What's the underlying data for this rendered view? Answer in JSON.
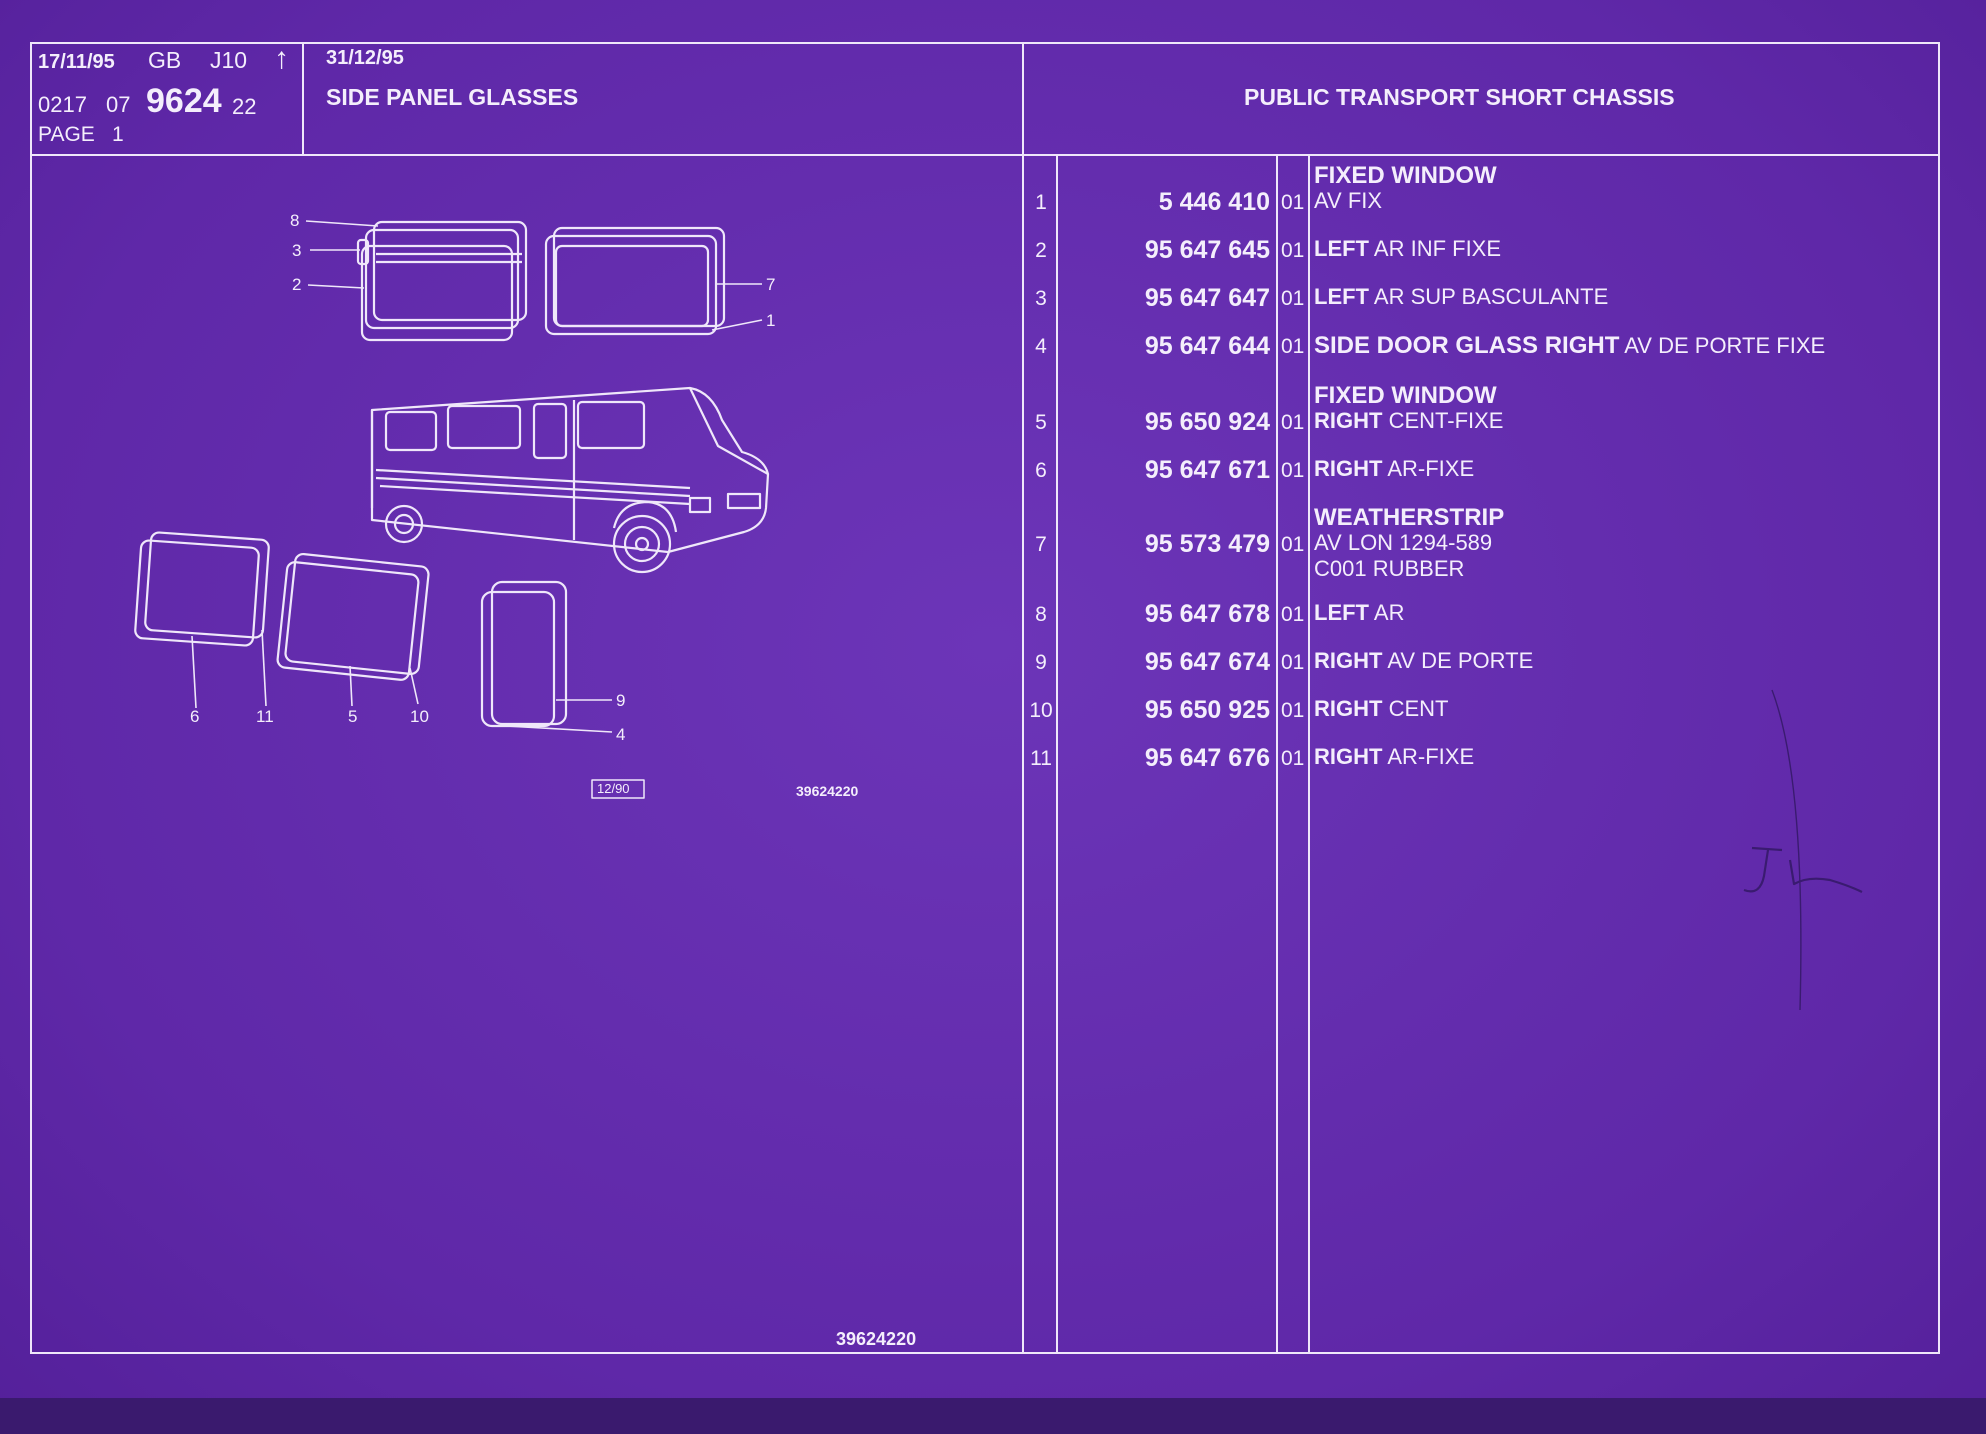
{
  "header": {
    "print_date": "17/11/95",
    "country": "GB",
    "range": "J10",
    "arrow": "↑",
    "code_a": "0217",
    "code_b": "07",
    "main_code": "9624",
    "code_c": "22",
    "page_label": "PAGE",
    "page_number": "1",
    "validity_date": "31/12/95",
    "section_title": "SIDE PANEL GLASSES",
    "vehicle_title": "PUBLIC TRANSPORT SHORT CHASSIS"
  },
  "diagram": {
    "callouts": [
      "8",
      "3",
      "2",
      "7",
      "1",
      "6",
      "11",
      "5",
      "10",
      "9",
      "4"
    ],
    "date_box": "12/90",
    "drawing_ref": "39624220"
  },
  "footer": {
    "reference": "39624220"
  },
  "parts": [
    {
      "num": "1",
      "part": "5 446 410",
      "qty": "01",
      "heading": "FIXED WINDOW",
      "lead": "",
      "text": "AV FIX",
      "extra": ""
    },
    {
      "num": "2",
      "part": "95 647 645",
      "qty": "01",
      "heading": "",
      "lead": "LEFT",
      "text": "AR INF FIXE",
      "extra": ""
    },
    {
      "num": "3",
      "part": "95 647 647",
      "qty": "01",
      "heading": "",
      "lead": "LEFT",
      "text": "AR SUP BASCULANTE",
      "extra": ""
    },
    {
      "num": "4",
      "part": "95 647 644",
      "qty": "01",
      "heading": "",
      "lead": "SIDE DOOR GLASS RIGHT",
      "text": "AV DE PORTE FIXE",
      "extra": ""
    },
    {
      "num": "5",
      "part": "95 650 924",
      "qty": "01",
      "heading": "FIXED WINDOW",
      "lead": "RIGHT",
      "text": "CENT-FIXE",
      "extra": ""
    },
    {
      "num": "6",
      "part": "95 647 671",
      "qty": "01",
      "heading": "",
      "lead": "RIGHT",
      "text": "AR-FIXE",
      "extra": ""
    },
    {
      "num": "7",
      "part": "95 573 479",
      "qty": "01",
      "heading": "WEATHERSTRIP",
      "lead": "",
      "text": "AV LON 1294-589",
      "extra": "C001 RUBBER"
    },
    {
      "num": "8",
      "part": "95 647 678",
      "qty": "01",
      "heading": "",
      "lead": "LEFT",
      "text": "AR",
      "extra": ""
    },
    {
      "num": "9",
      "part": "95 647 674",
      "qty": "01",
      "heading": "",
      "lead": "RIGHT",
      "text": "AV DE PORTE",
      "extra": ""
    },
    {
      "num": "10",
      "part": "95 650 925",
      "qty": "01",
      "heading": "",
      "lead": "RIGHT",
      "text": "CENT",
      "extra": ""
    },
    {
      "num": "11",
      "part": "95 647 676",
      "qty": "01",
      "heading": "",
      "lead": "RIGHT",
      "text": "AR-FIXE",
      "extra": ""
    }
  ],
  "annotation": {
    "handwritten_mark": "Jh"
  }
}
